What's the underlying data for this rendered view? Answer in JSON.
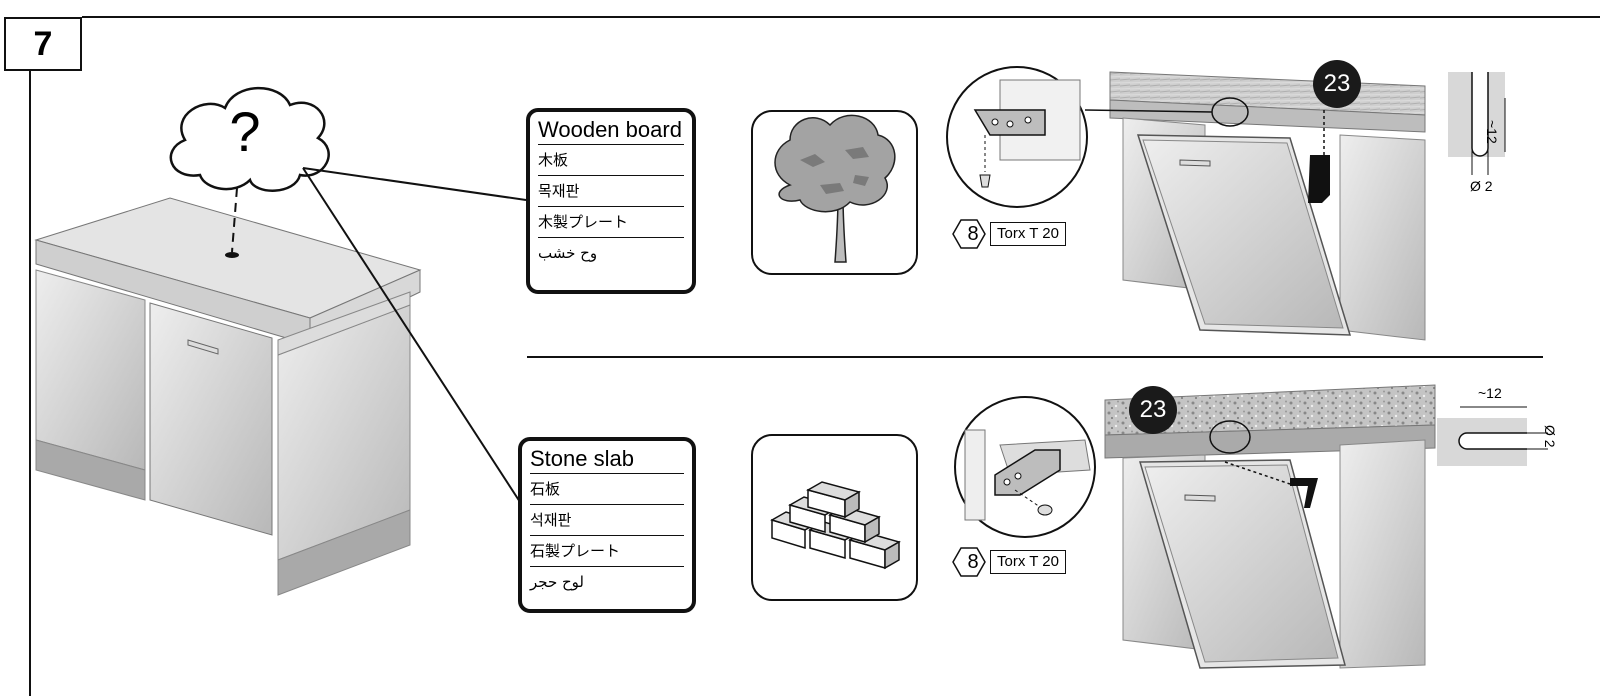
{
  "step": {
    "number": "7"
  },
  "cloud": {
    "symbol": "?"
  },
  "wood_option": {
    "title": "Wooden board",
    "translations": [
      "木板",
      "목재판",
      "木製プレート",
      "وح خشب"
    ]
  },
  "stone_option": {
    "title": "Stone slab",
    "translations": [
      "石板",
      "석재판",
      "石製プレート",
      "لوح حجر"
    ]
  },
  "tool": {
    "number": "8",
    "label": "Torx T 20"
  },
  "callout": {
    "number": "23"
  },
  "dimensions": {
    "slot_length": "~12",
    "hole_diameter": "Ø 2"
  },
  "icons": {
    "wood": "tree-icon",
    "stone": "brick-stack-icon",
    "tool": "hex-key-icon"
  },
  "colors": {
    "line": "#111111",
    "steel_light": "#e2e2e2",
    "steel_mid": "#c8c8c8",
    "steel_dark": "#9a9a9a",
    "callout_fill": "#1a1a1a"
  }
}
